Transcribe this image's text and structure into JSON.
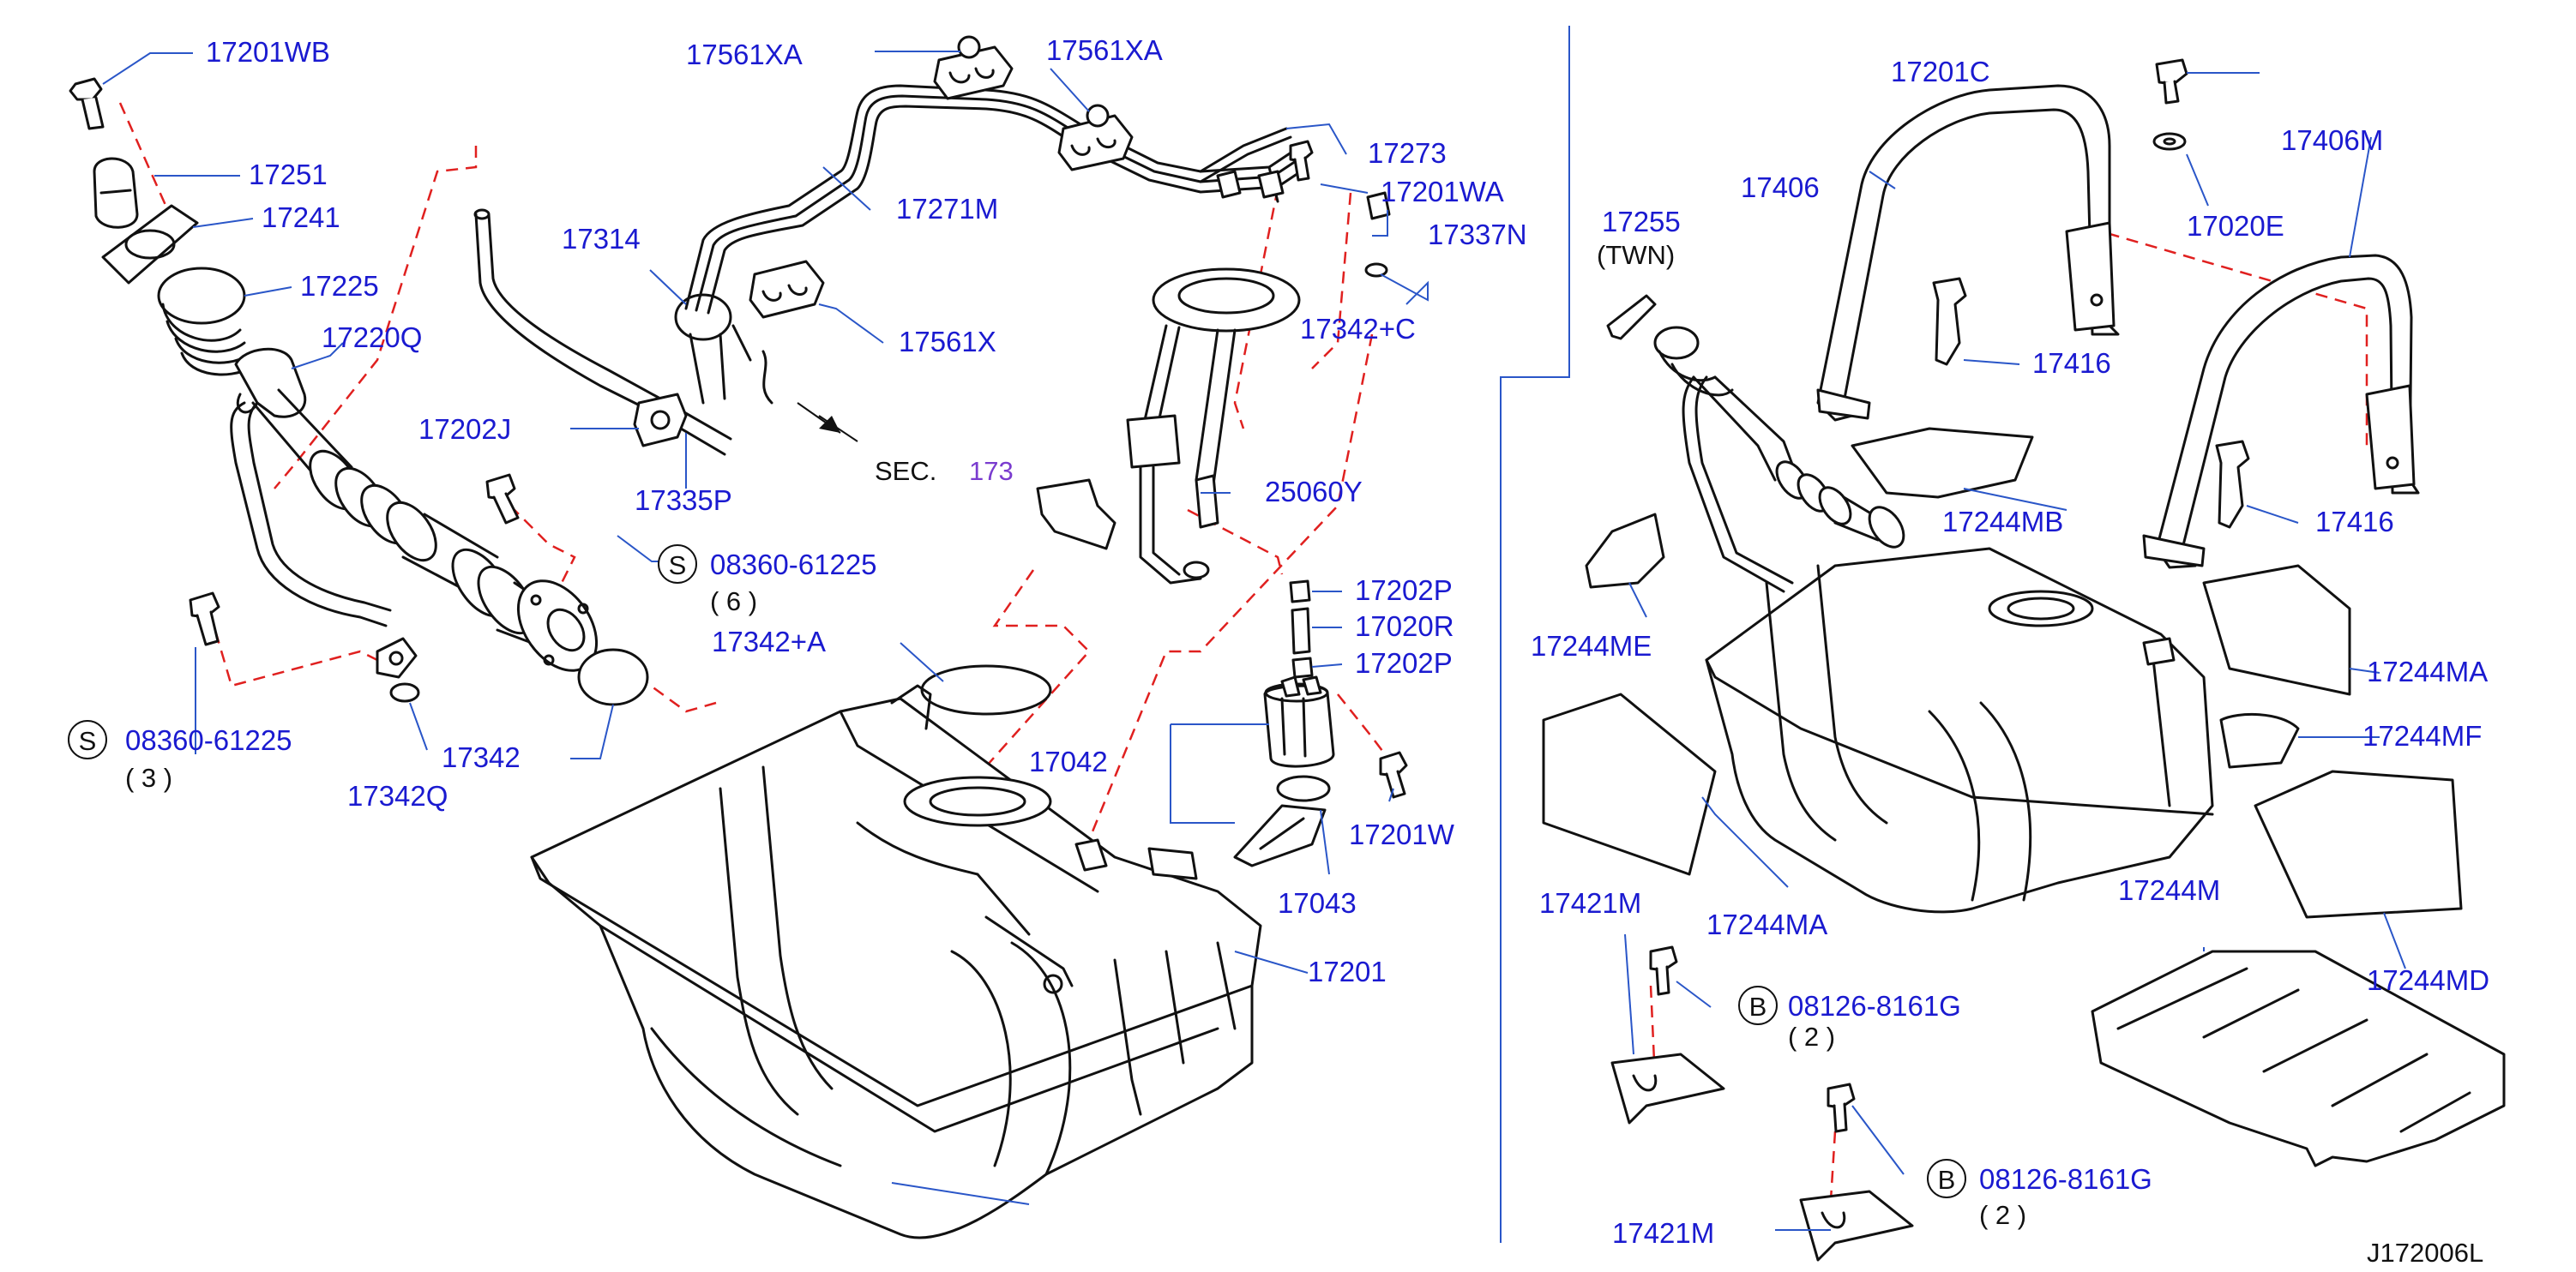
{
  "reference_code": "J172006L",
  "section_ref": {
    "prefix": "SEC.",
    "number": "173"
  },
  "colors": {
    "label": "#1a1ad0",
    "leader": "#2a56c8",
    "guide_dash": "#e0201f",
    "drawing": "#111111",
    "section_number": "#7a3ccf"
  },
  "labels": {
    "p17201WB": "17201WB",
    "p17251": "17251",
    "p17241": "17241",
    "p17225": "17225",
    "p17220Q": "17220Q",
    "p17202J": "17202J",
    "p17561XA_a": "17561XA",
    "p17561XA_b": "17561XA",
    "p17273": "17273",
    "p17271M": "17271M",
    "p17201WA": "17201WA",
    "p17314": "17314",
    "p17337N": "17337N",
    "p17561X": "17561X",
    "p17342C": "17342+C",
    "p17335P": "17335P",
    "p25060Y": "25060Y",
    "p17202P_a": "17202P",
    "p17020R": "17020R",
    "p17202P_b": "17202P",
    "p17342A": "17342+A",
    "p17042": "17042",
    "p17201W": "17201W",
    "p17043": "17043",
    "p17342": "17342",
    "p17342Q": "17342Q",
    "p17201": "17201",
    "p17255": "17255",
    "p17255_note": "(TWN)",
    "p17201C": "17201C",
    "p17406": "17406",
    "p17406M": "17406M",
    "p17020E": "17020E",
    "p17416_a": "17416",
    "p17416_b": "17416",
    "p17244MB": "17244MB",
    "p17244ME": "17244ME",
    "p17244MA_a": "17244MA",
    "p17244MF": "17244MF",
    "p17244MA_b": "17244MA",
    "p17244M": "17244M",
    "p17421M_a": "17421M",
    "p17244MD": "17244MD",
    "p17421M_b": "17421M"
  },
  "callouts": [
    {
      "badge": "S",
      "part": "08360-61225",
      "qty": "( 6 )"
    },
    {
      "badge": "S",
      "part": "08360-61225",
      "qty": "( 3 )"
    },
    {
      "badge": "B",
      "part": "08126-8161G",
      "qty": "( 2 )"
    },
    {
      "badge": "B",
      "part": "08126-8161G",
      "qty": "( 2 )"
    }
  ]
}
